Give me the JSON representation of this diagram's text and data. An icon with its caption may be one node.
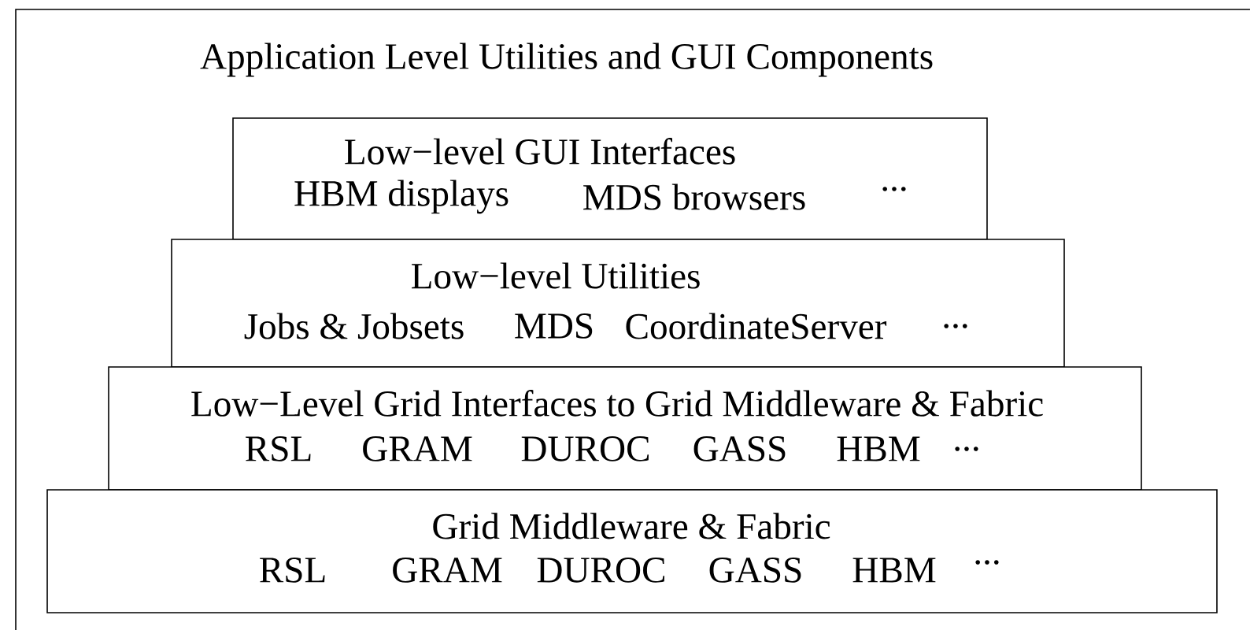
{
  "diagram": {
    "nodes": [
      {
        "text": [
          "Application Level Utilities and GUI Components"
        ]
      },
      {
        "text": [
          "Low−level GUI Interfaces",
          "HBM displays",
          "MDS browsers",
          "..."
        ],
        "in": 0
      },
      {
        "text": [
          "Low−level Utilities",
          "Jobs & Jobsets",
          "MDS",
          "CoordinateServer",
          "..."
        ],
        "in": 0
      },
      {
        "text": [
          "Low−Level Grid Interfaces to Grid Middleware & Fabric",
          "RSL",
          "GRAM",
          "DUROC",
          "GASS",
          "HBM",
          "..."
        ],
        "in": 0
      },
      {
        "text": [
          "Grid Middleware & Fabric",
          "RSL",
          "GRAM",
          "DUROC",
          "GASS",
          "HBM",
          "..."
        ],
        "in": 0
      }
    ]
  }
}
